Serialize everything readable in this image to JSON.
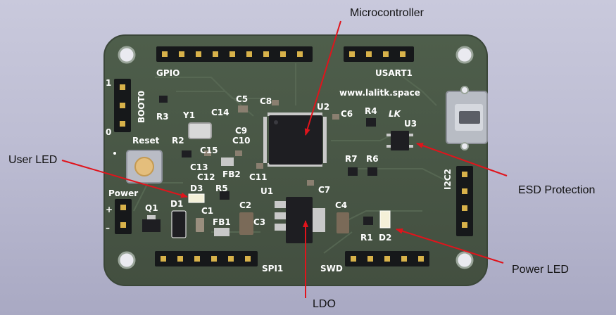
{
  "board": {
    "url_text": "www.lalitk.space",
    "logo_text": "LK",
    "headers": {
      "gpio": "GPIO",
      "usart": "USART1",
      "spi": "SPI1",
      "swd": "SWD",
      "i2c": "I2C2",
      "boot": "BOOT0",
      "power": "Power",
      "reset": "Reset"
    },
    "boot_marks": {
      "one": "1",
      "zero": "0"
    },
    "power_marks": {
      "plus": "+",
      "minus": "–"
    },
    "designators": {
      "u1": "U1",
      "u2": "U2",
      "u3": "U3",
      "y1": "Y1",
      "q1": "Q1",
      "d1": "D1",
      "d2": "D2",
      "d3": "D3",
      "r1": "R1",
      "r2": "R2",
      "r3": "R3",
      "r4": "R4",
      "r5": "R5",
      "r6": "R6",
      "r7": "R7",
      "c1": "C1",
      "c2": "C2",
      "c3": "C3",
      "c4": "C4",
      "c5": "C5",
      "c6": "C6",
      "c7": "C7",
      "c8": "C8",
      "c9": "C9",
      "c10": "C10",
      "c11": "C11",
      "c12": "C12",
      "c13": "C13",
      "c14": "C14",
      "c15": "C15",
      "fb1": "FB1",
      "fb2": "FB2"
    }
  },
  "callouts": {
    "microcontroller": "Microcontroller",
    "user_led": "User LED",
    "esd": "ESD Protection",
    "power_led": "Power LED",
    "ldo": "LDO"
  },
  "colors": {
    "pcb": "#495846",
    "silkscreen": "#ffffff",
    "arrow": "#e0141c",
    "header": "#16181a",
    "pin": "#d8b24a",
    "chip": "#1e1e22"
  }
}
